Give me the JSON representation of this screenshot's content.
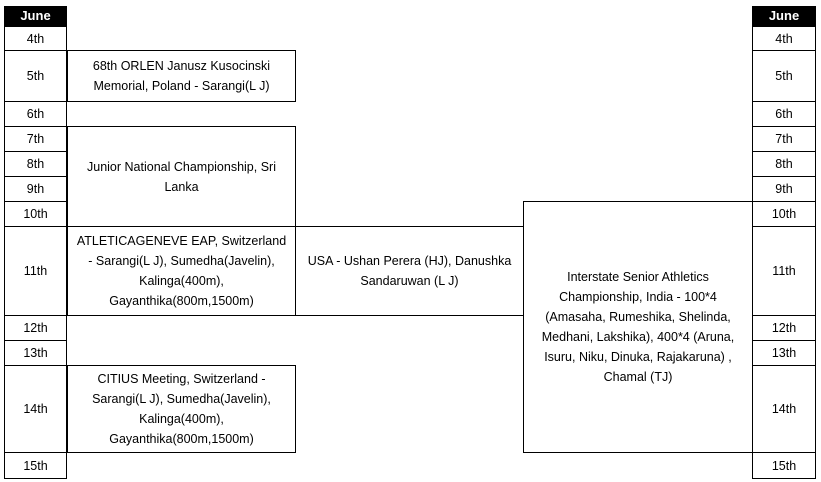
{
  "header": {
    "left": "June",
    "right": "June"
  },
  "dates": {
    "d4": "4th",
    "d5": "5th",
    "d6": "6th",
    "d7": "7th",
    "d8": "8th",
    "d9": "9th",
    "d10": "10th",
    "d11": "11th",
    "d12": "12th",
    "d13": "13th",
    "d14": "14th",
    "d15": "15th"
  },
  "events": {
    "orlen": "68th ORLEN Janusz Kusocinski Memorial, Poland - Sarangi(L J)",
    "junior": "Junior National Championship, Sri Lanka",
    "geneve": "ATLETICAGENEVE EAP, Switzerland - Sarangi(L J), Sumedha(Javelin), Kalinga(400m), Gayanthika(800m,1500m)",
    "usa": "USA - Ushan Perera (HJ), Danushka Sandaruwan (L J)",
    "interstate": "Interstate Senior Athletics Championship, India - 100*4 (Amasaha, Rumeshika, Shelinda, Medhani, Lakshika), 400*4 (Aruna, Isuru, Niku, Dinuka, Rajakaruna) , Chamal (TJ)",
    "citius": "CITIUS Meeting, Switzerland - Sarangi(L J), Sumedha(Javelin), Kalinga(400m), Gayanthika(800m,1500m)"
  }
}
